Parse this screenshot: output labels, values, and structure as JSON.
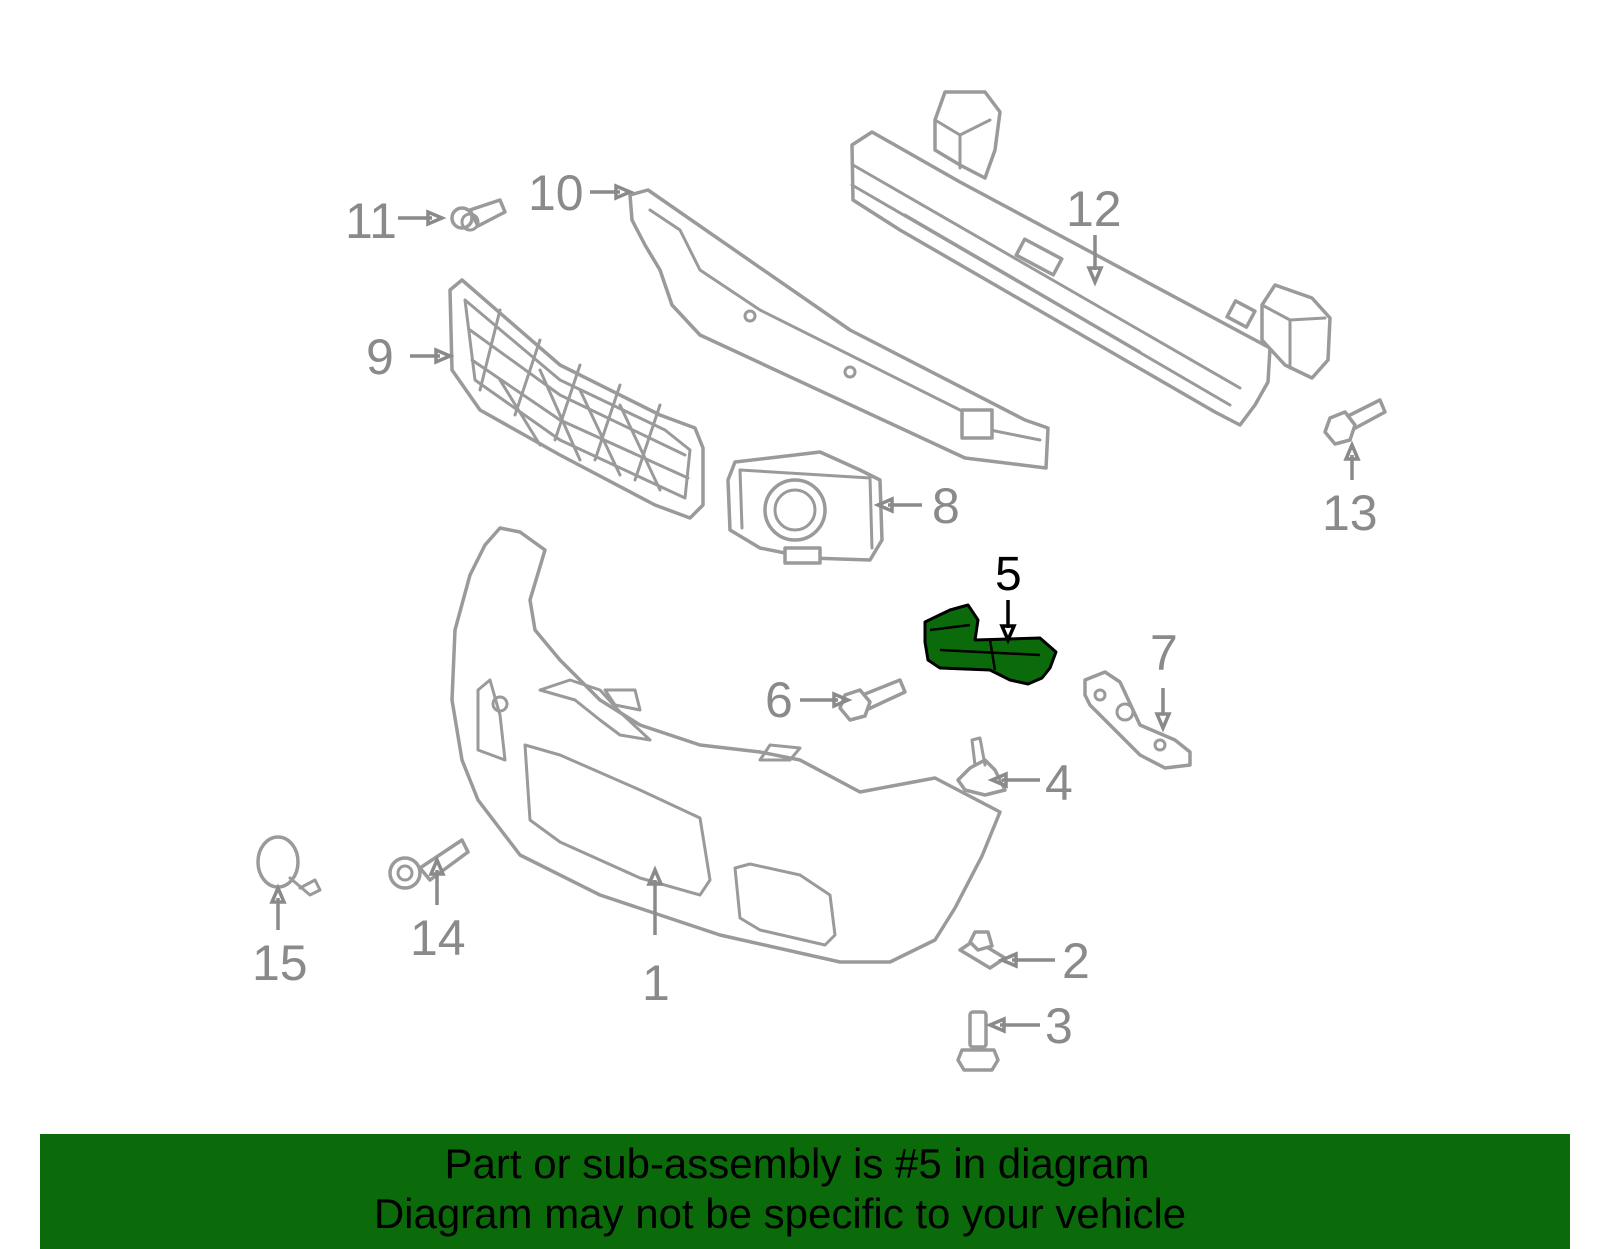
{
  "diagram": {
    "highlighted_callout": "5",
    "callouts": {
      "c1": "1",
      "c2": "2",
      "c3": "3",
      "c4": "4",
      "c5": "5",
      "c6": "6",
      "c7": "7",
      "c8": "8",
      "c9": "9",
      "c10": "10",
      "c11": "11",
      "c12": "12",
      "c13": "13",
      "c14": "14",
      "c15": "15"
    },
    "colors": {
      "highlight_fill": "#0b6b0b",
      "parts_stroke": "#9a9a9a",
      "banner_background": "#0b6b0b"
    }
  },
  "banner": {
    "line1": "Part or sub-assembly is #5 in diagram",
    "line2": "Diagram may not be specific to your vehicle"
  }
}
